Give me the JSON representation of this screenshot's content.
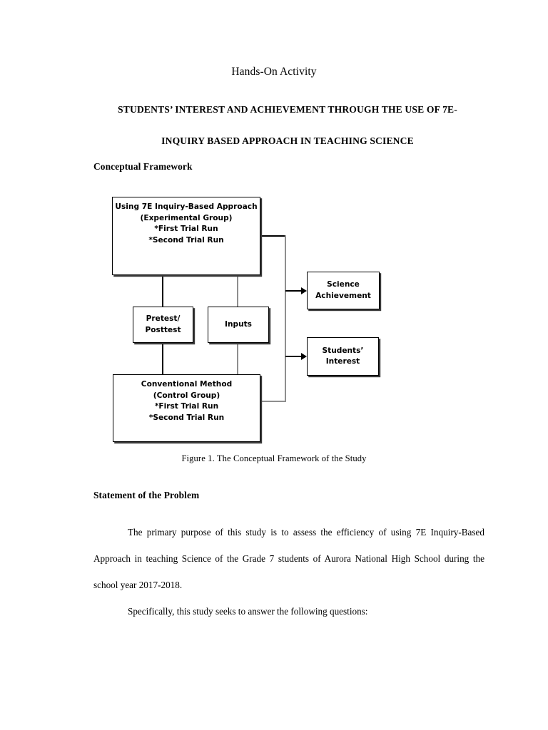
{
  "document": {
    "header_title": "Hands-On Activity",
    "main_title_line1": "STUDENTS’ INTEREST AND ACHIEVEMENT THROUGH THE USE OF 7E-",
    "main_title_line2": "INQUIRY BASED APPROACH IN TEACHING SCIENCE",
    "sections": {
      "conceptual_framework_heading": "Conceptual Framework",
      "statement_of_problem_heading": "Statement of the Problem"
    },
    "figure": {
      "caption": "Figure 1. The Conceptual Framework of the Study"
    },
    "paragraphs": {
      "p1": "The primary purpose of this study is to assess the efficiency of using 7E Inquiry-Based Approach in teaching Science of the Grade 7 students of Aurora National High School during the school year 2017-2018.",
      "p2": "Specifically, this study seeks to answer the following questions:"
    }
  },
  "diagram": {
    "title": "Conceptual Framework of the Study",
    "type": "flowchart",
    "nodes": [
      {
        "id": "experimental",
        "lines": [
          "Using 7E Inquiry-Based Approach",
          "(Experimental Group)",
          "*First Trial Run",
          "*Second Trial Run"
        ]
      },
      {
        "id": "pretest",
        "lines": [
          "Pretest/",
          "Posttest"
        ]
      },
      {
        "id": "inputs",
        "lines": [
          "Inputs"
        ]
      },
      {
        "id": "conventional",
        "lines": [
          "Conventional Method",
          "(Control Group)",
          "*First Trial Run",
          "*Second Trial Run"
        ]
      },
      {
        "id": "achievement",
        "lines": [
          "Science",
          "Achievement"
        ]
      },
      {
        "id": "interest",
        "lines": [
          "Students’",
          "Interest"
        ]
      }
    ],
    "edges": [
      {
        "from": "experimental",
        "to": "pretest",
        "style": "plain"
      },
      {
        "from": "experimental",
        "to": "inputs",
        "style": "plain"
      },
      {
        "from": "pretest",
        "to": "conventional",
        "style": "plain"
      },
      {
        "from": "inputs",
        "to": "conventional",
        "style": "plain"
      },
      {
        "from": "experimental",
        "to": "achievement",
        "style": "arrow"
      },
      {
        "from": "experimental",
        "to": "interest",
        "style": "arrow"
      },
      {
        "from": "conventional",
        "to": "achievement",
        "style": "arrow"
      },
      {
        "from": "conventional",
        "to": "interest",
        "style": "arrow"
      }
    ],
    "colors": {
      "node_border": "#000000",
      "node_fill": "#ffffff",
      "node_shadow": "#3a3a3a",
      "connector_dark": "#000000",
      "connector_light": "#8e8e8e"
    }
  }
}
